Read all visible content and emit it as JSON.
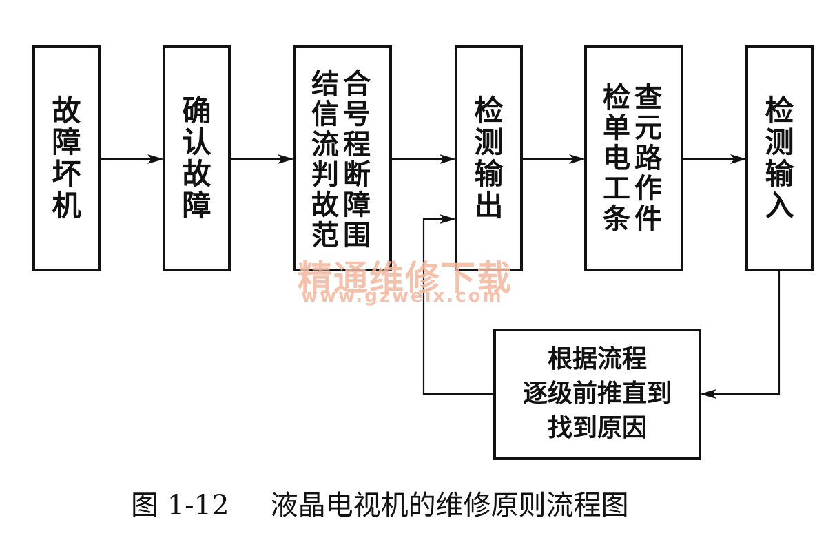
{
  "boxes": {
    "b1": {
      "chars": [
        "故",
        "障",
        "坏",
        "机"
      ]
    },
    "b2": {
      "chars": [
        "确",
        "认",
        "故",
        "障"
      ]
    },
    "b3": {
      "col_right": [
        "合",
        "号",
        "程",
        "断",
        "障",
        "围"
      ],
      "col_left": [
        "结",
        "信",
        "流",
        "判",
        "故",
        "范"
      ]
    },
    "b4": {
      "chars": [
        "检",
        "测",
        "输",
        "出"
      ]
    },
    "b5": {
      "col_right": [
        "查",
        "元",
        "路",
        "作",
        "件"
      ],
      "col_left": [
        "检",
        "单",
        "电",
        "工",
        "条"
      ]
    },
    "b6": {
      "chars": [
        "检",
        "测",
        "输",
        "入"
      ]
    },
    "b7": {
      "lines": [
        "根据流程",
        "逐级前推直到",
        "找到原因"
      ]
    }
  },
  "watermark": {
    "cn": "精通维修下载",
    "url": "www.gzweix.com"
  },
  "caption": {
    "number": "图 1-12",
    "title": "液晶电视机的维修原则流程图"
  }
}
